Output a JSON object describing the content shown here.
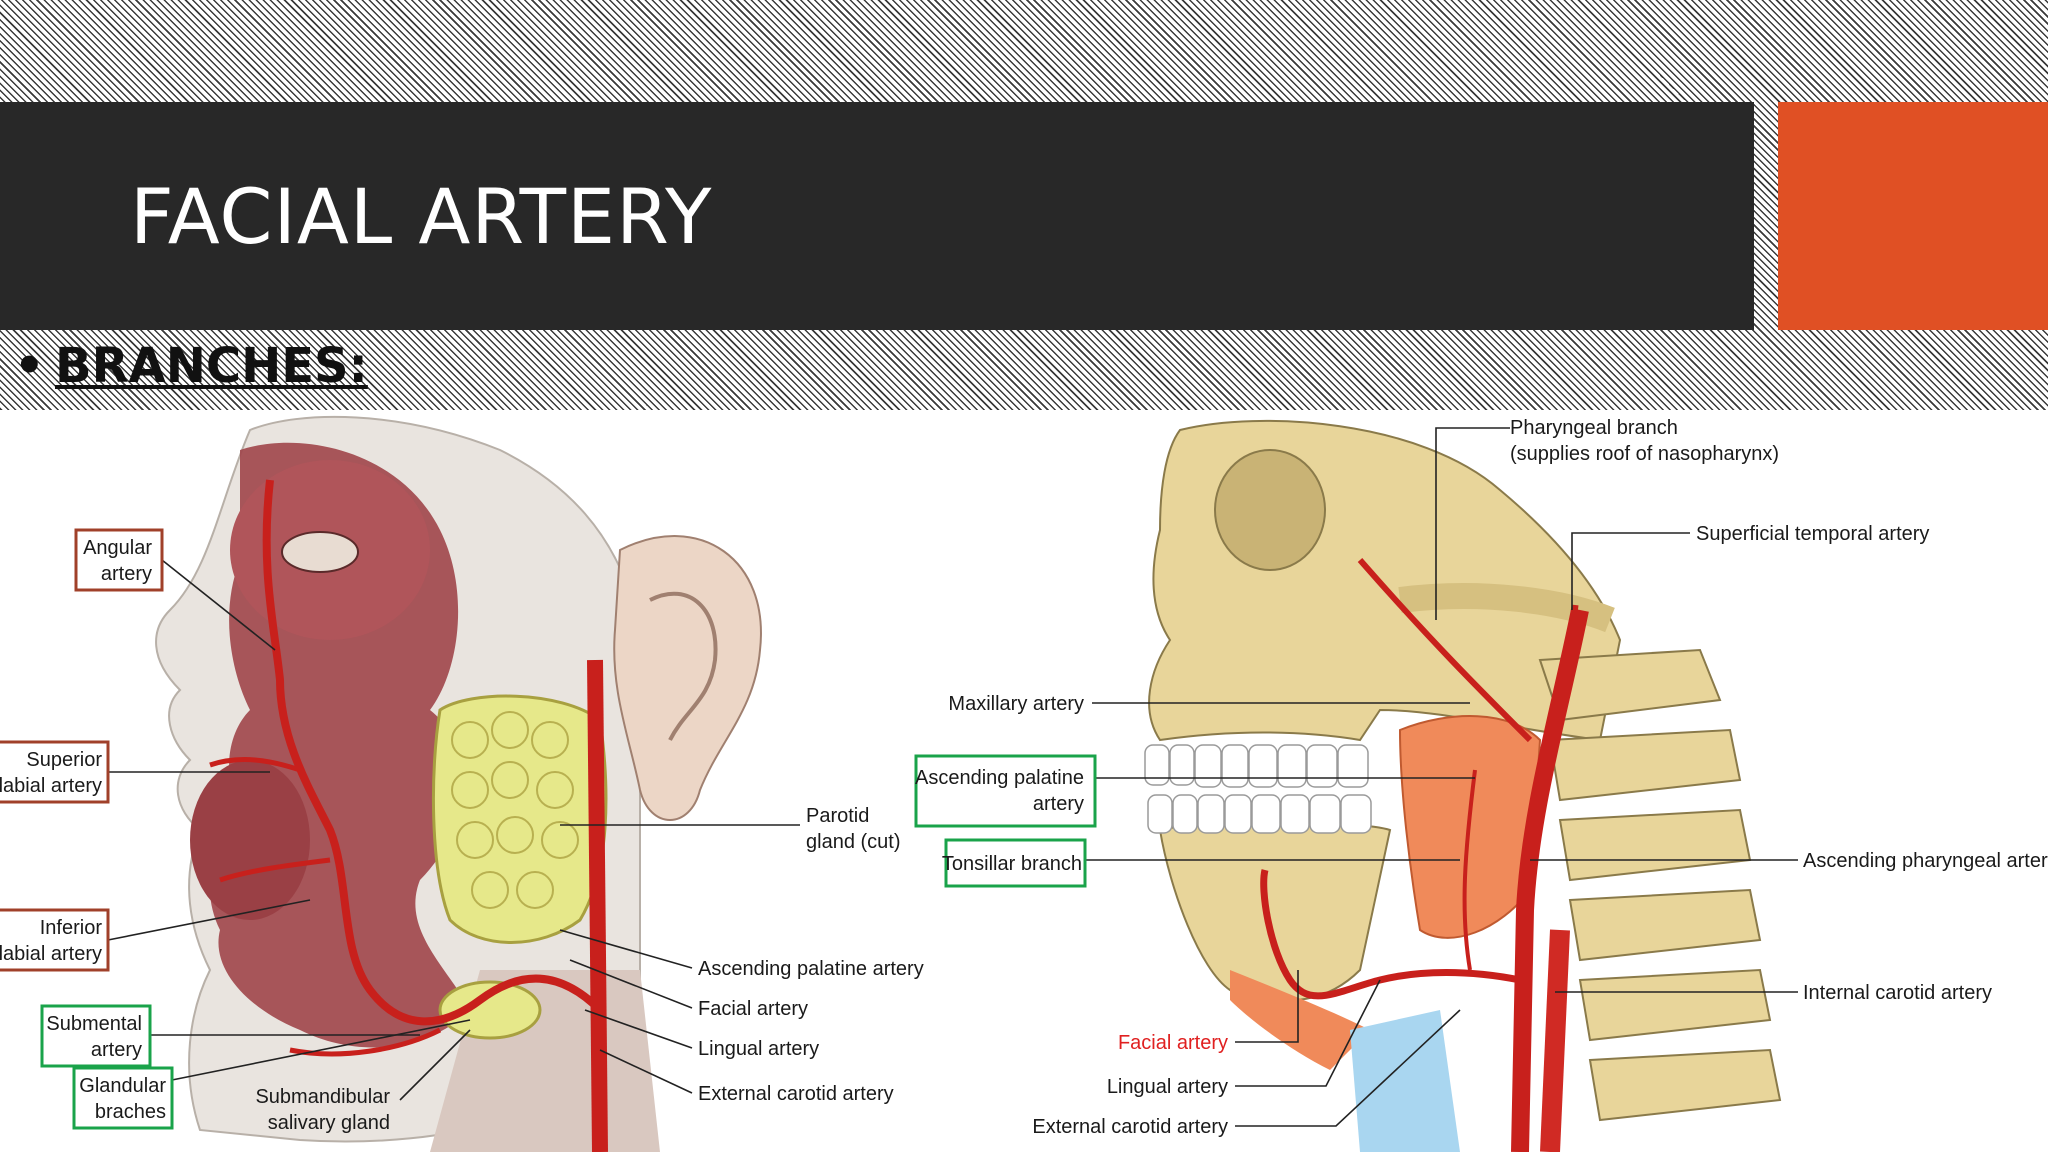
{
  "slide": {
    "title": "FACIAL ARTERY",
    "bullet": "•",
    "subheading": "BRANCHES:"
  },
  "colors": {
    "title_bar": "#282828",
    "accent": "#e05024",
    "box_brown": "#a0402a",
    "box_green": "#1aa34a",
    "artery": "#c8201c",
    "muscle": "#a0454a",
    "bone": "#e8d59a",
    "gland": "#e6e88a"
  },
  "left_figure": {
    "labels": {
      "angular_1": "Angular",
      "angular_2": "artery",
      "sup_labial_1": "Superior",
      "sup_labial_2": "labial artery",
      "inf_labial_1": "Inferior",
      "inf_labial_2": "labial artery",
      "submental_1": "Submental",
      "submental_2": "artery",
      "glandular_1": "Glandular",
      "glandular_2": "braches",
      "submandibular_1": "Submandibular",
      "submandibular_2": "salivary gland",
      "parotid_1": "Parotid",
      "parotid_2": "gland (cut)",
      "asc_palatine": "Ascending palatine artery",
      "facial": "Facial artery",
      "lingual": "Lingual artery",
      "ext_carotid": "External carotid artery"
    }
  },
  "right_figure": {
    "labels": {
      "pharyngeal_1": "Pharyngeal branch",
      "pharyngeal_2": "(supplies roof of nasopharynx)",
      "sup_temporal": "Superficial temporal artery",
      "maxillary": "Maxillary artery",
      "asc_palatine_1": "Ascending palatine",
      "asc_palatine_2": "artery",
      "tonsillar": "Tonsillar branch",
      "asc_pharyngeal": "Ascending pharyngeal artery",
      "int_carotid": "Internal carotid artery",
      "facial": "Facial artery",
      "lingual": "Lingual artery",
      "ext_carotid": "External carotid artery"
    }
  }
}
